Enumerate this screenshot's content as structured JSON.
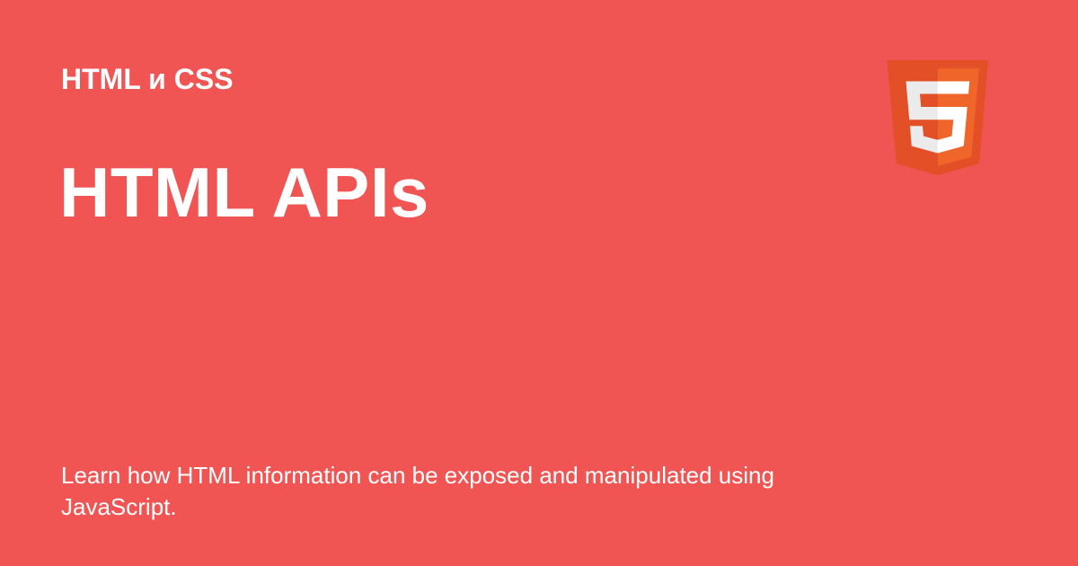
{
  "colors": {
    "background": "#F05553",
    "text": "#FFFFFF",
    "shield_dark": "#E34F26",
    "shield_light": "#EF652A",
    "numeral_left": "#EBEBEB",
    "numeral_right": "#FFFFFF"
  },
  "header": {
    "course_label": "HTML и CSS"
  },
  "main": {
    "title": "HTML APIs",
    "description": "Learn how HTML information can be exposed and manipulated using JavaScript."
  },
  "logo": {
    "icon": "html5-logo-icon"
  }
}
